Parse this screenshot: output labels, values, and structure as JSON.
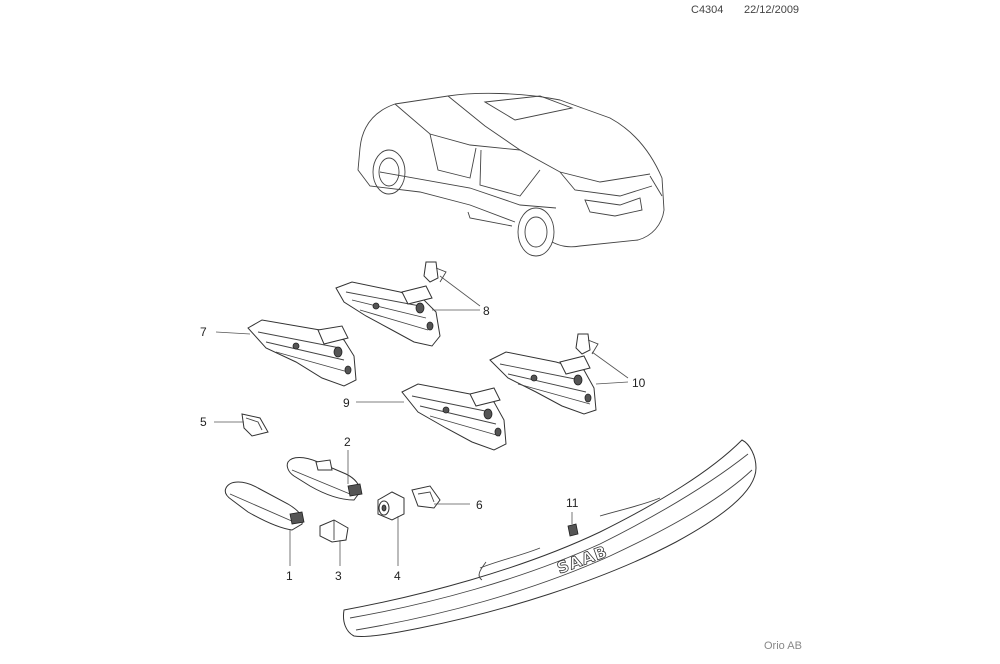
{
  "header": {
    "diagram_code": "C4304",
    "date": "22/12/2009"
  },
  "footer": {
    "publisher": "Orio AB"
  },
  "trim_brand": "SAAB",
  "callouts": [
    "1",
    "2",
    "3",
    "4",
    "5",
    "6",
    "7",
    "8",
    "9",
    "10",
    "11"
  ]
}
